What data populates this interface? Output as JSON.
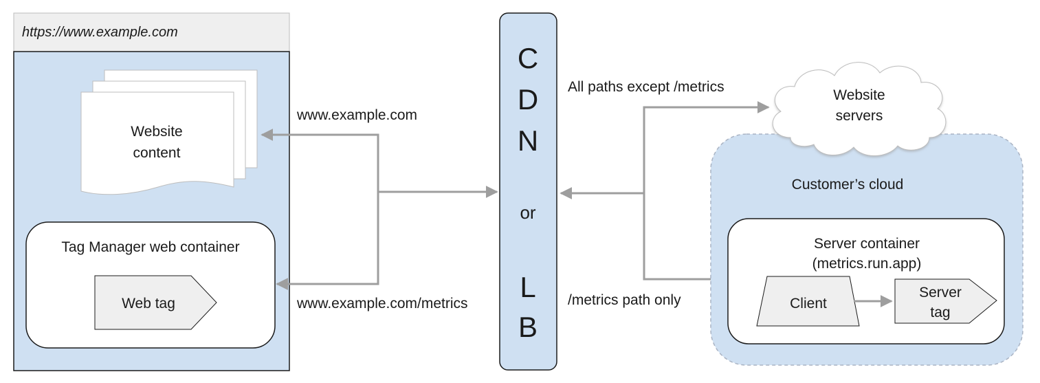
{
  "browser": {
    "url": "https://www.example.com"
  },
  "website_content": {
    "line1": "Website",
    "line2": "content"
  },
  "web_container": {
    "title": "Tag Manager web container",
    "tag_label": "Web tag"
  },
  "routes_left": {
    "top": "www.example.com",
    "bottom": "www.example.com/metrics"
  },
  "cdn": {
    "letters": [
      "C",
      "D",
      "N"
    ],
    "or": "or",
    "lb": [
      "L",
      "B"
    ]
  },
  "routes_right": {
    "top": "All paths except /metrics",
    "bottom": "/metrics path only"
  },
  "website_servers": {
    "line1": "Website",
    "line2": "servers"
  },
  "customer_cloud": {
    "label": "Customer’s cloud"
  },
  "server_container": {
    "line1": "Server container",
    "line2": "(metrics.run.app)",
    "client_label": "Client",
    "server_tag_line1": "Server",
    "server_tag_line2": "tag"
  },
  "colors": {
    "panel_blue": "#cfe0f2",
    "arrow_gray": "#9e9e9e",
    "url_bar_gray": "#efefef",
    "shape_gray": "#efefef"
  }
}
